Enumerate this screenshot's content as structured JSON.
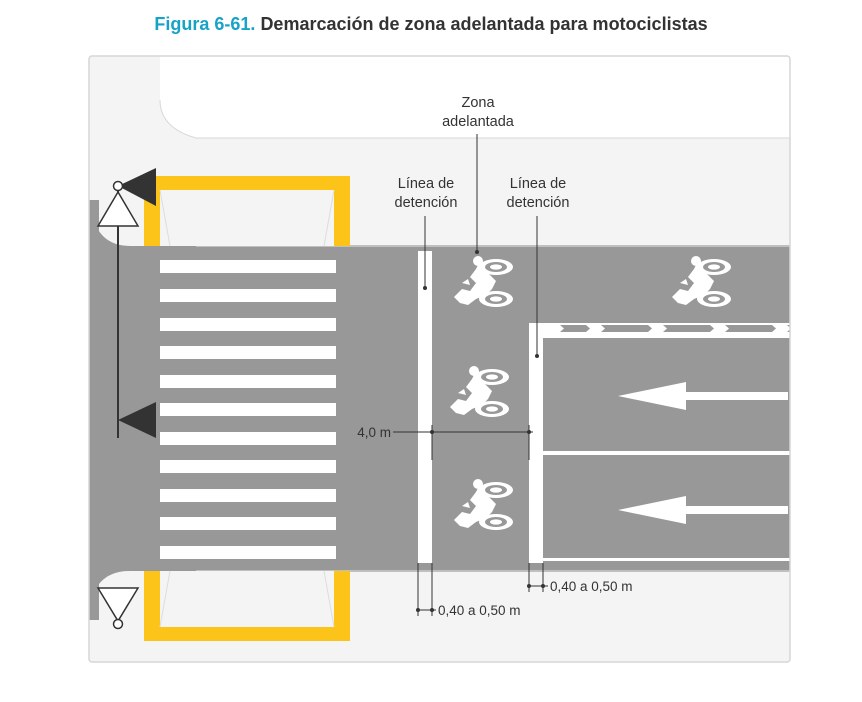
{
  "figure": {
    "number": "Figura 6-61.",
    "title": "Demarcación de zona adelantada para motociclistas"
  },
  "labels": {
    "zone_line1": "Zona",
    "zone_line2": "adelantada",
    "stop_left_line1": "Línea de",
    "stop_left_line2": "detención",
    "stop_right_line1": "Línea de",
    "stop_right_line2": "detención",
    "width_dim": "4,0 m",
    "gap_dim_bottom": "0,40 a 0,50 m",
    "gap_dim_right": "0,40 a 0,50 m"
  },
  "colors": {
    "title_accent": "#17a3c5",
    "road": "#989898",
    "curb": "#fcc419",
    "sidewalk": "#f4f4f4",
    "marking": "#ffffff",
    "signal": "#333333"
  },
  "icons": [
    "motorcycle-icon",
    "arrow-left-icon",
    "traffic-signal-icon",
    "yield-sign-icon"
  ]
}
